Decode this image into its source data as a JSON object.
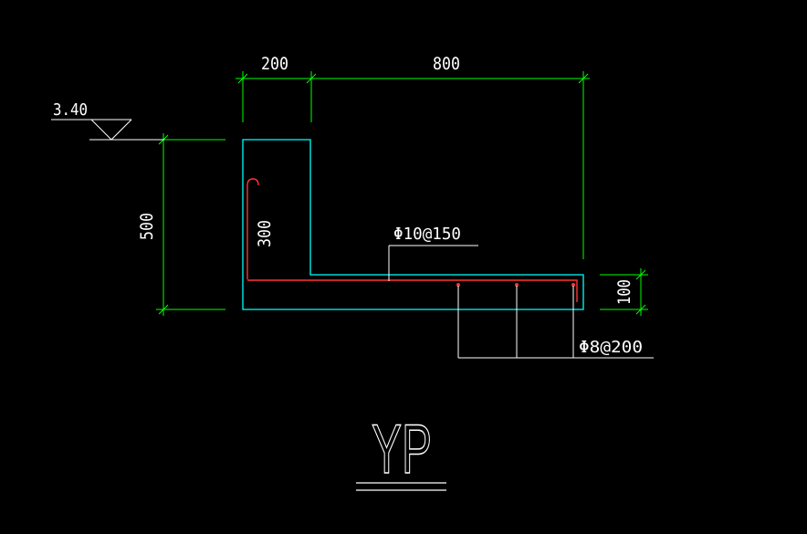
{
  "drawing": {
    "dimensions": {
      "top_left": "200",
      "top_right": "800",
      "left_height": "500",
      "inner_height": "300",
      "right_thickness": "100"
    },
    "elevation": "3.40",
    "rebar": {
      "main": "Φ10@150",
      "distribution": "Φ8@200"
    },
    "title": "YP"
  },
  "colors": {
    "background": "#000000",
    "dimension": "#00ff00",
    "outline": "#00ffff",
    "rebar": "#ff0000",
    "annotation": "#ffffff"
  }
}
